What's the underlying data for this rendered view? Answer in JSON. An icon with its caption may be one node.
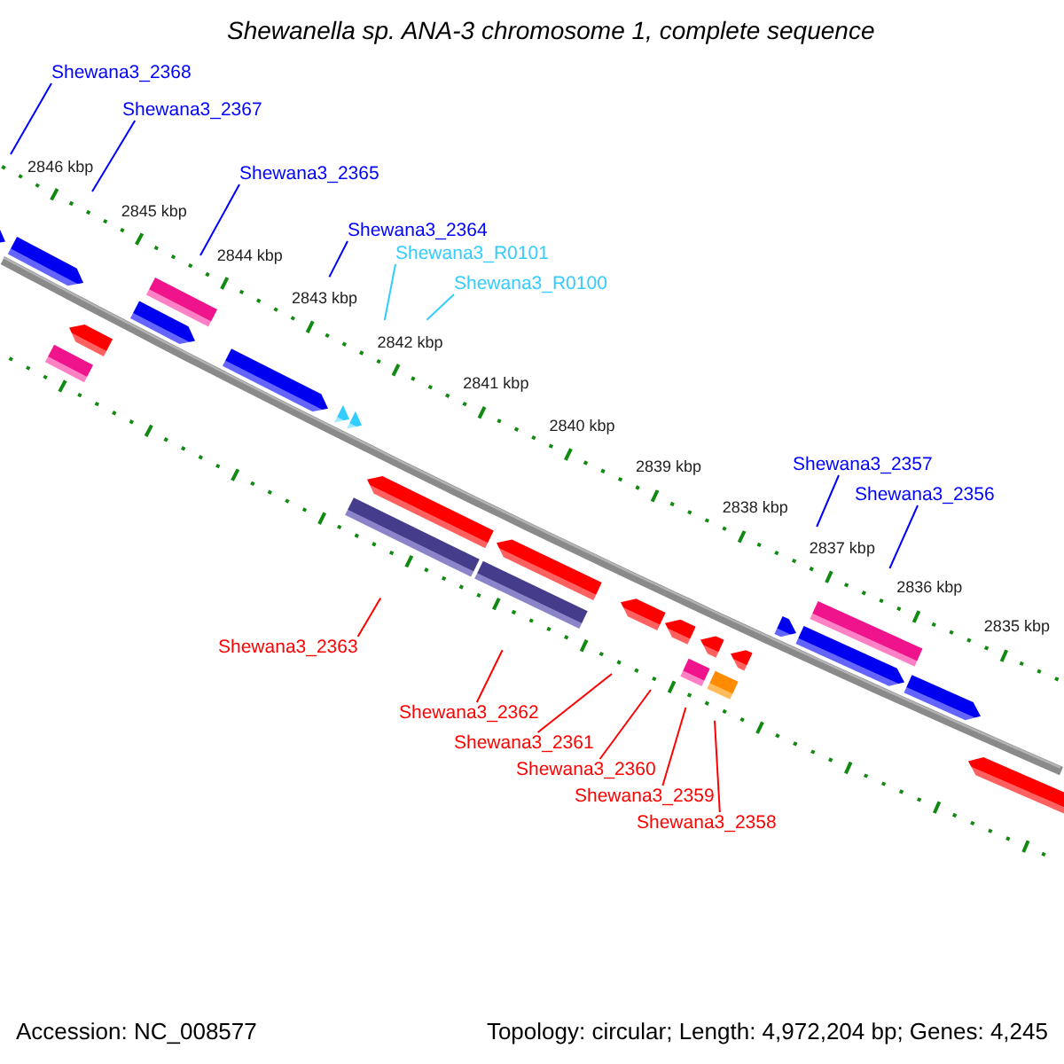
{
  "diagram": {
    "title": "Shewanella sp. ANA-3 chromosome 1, complete sequence",
    "nodes": [
      {
        "text": [
          "Shewana3_2368"
        ]
      },
      {
        "text": [
          "Shewana3_2367"
        ]
      },
      {
        "text": [
          "Shewana3_2365"
        ]
      },
      {
        "text": [
          "Shewana3_2364"
        ]
      },
      {
        "text": [
          "Shewana3_R0101"
        ]
      },
      {
        "text": [
          "Shewana3_R0100"
        ]
      },
      {
        "text": [
          "Shewana3_2357"
        ]
      },
      {
        "text": [
          "Shewana3_2356"
        ]
      },
      {
        "text": [
          "Shewana3_2363"
        ]
      },
      {
        "text": [
          "Shewana3_2362"
        ]
      },
      {
        "text": [
          "Shewana3_2361"
        ]
      },
      {
        "text": [
          "Shewana3_2360"
        ]
      },
      {
        "text": [
          "Shewana3_2359"
        ]
      },
      {
        "text": [
          "Shewana3_2358"
        ]
      },
      {
        "text": [],
        "shape": "pentagon"
      },
      {
        "text": [],
        "shape": "pentagon"
      },
      {
        "text": [],
        "shape": "bar"
      },
      {
        "text": [],
        "shape": "pentagon"
      },
      {
        "text": [],
        "shape": "pentagon"
      },
      {
        "text": [],
        "shape": "bar"
      },
      {
        "text": [],
        "shape": "pentagon"
      },
      {
        "text": [],
        "shape": "triangle"
      },
      {
        "text": [],
        "shape": "bar"
      },
      {
        "text": [],
        "shape": "triangle"
      },
      {
        "text": [],
        "shape": "pentagon"
      },
      {
        "text": [],
        "shape": "bar"
      },
      {
        "text": [],
        "shape": "pentagon"
      },
      {
        "text": [],
        "shape": "pentagon"
      },
      {
        "text": [],
        "shape": "pentagon"
      },
      {
        "text": [],
        "shape": "bar"
      },
      {
        "text": [],
        "shape": "pentagon"
      },
      {
        "text": [],
        "shape": "bar"
      },
      {
        "text": [],
        "shape": "pentagon"
      },
      {
        "text": [],
        "shape": "pentagon"
      },
      {
        "text": [],
        "shape": "pentagon"
      },
      {
        "text": [],
        "shape": "bar"
      },
      {
        "text": [],
        "shape": "pentagon"
      },
      {
        "text": [],
        "shape": "pentagon"
      }
    ],
    "edges": [
      {
        "from": 0,
        "to": null,
        "arrow": "none",
        "color": "#0000ff"
      },
      {
        "from": 1,
        "to": null,
        "arrow": "none",
        "color": "#0000ff"
      },
      {
        "from": 2,
        "to": null,
        "arrow": "none",
        "color": "#0000ff"
      },
      {
        "from": 3,
        "to": null,
        "arrow": "none",
        "color": "#0000ff"
      },
      {
        "from": 4,
        "to": null,
        "arrow": "none",
        "color": "#33ccff"
      },
      {
        "from": 5,
        "to": null,
        "arrow": "none",
        "color": "#33ccff"
      },
      {
        "from": 6,
        "to": null,
        "arrow": "none",
        "color": "#0000ff"
      },
      {
        "from": 7,
        "to": null,
        "arrow": "none",
        "color": "#0000ff"
      },
      {
        "from": 8,
        "to": null,
        "arrow": "none",
        "color": "#ff0000"
      },
      {
        "from": 9,
        "to": null,
        "arrow": "none",
        "color": "#ff0000"
      },
      {
        "from": 10,
        "to": null,
        "arrow": "none",
        "color": "#ff0000"
      },
      {
        "from": 11,
        "to": null,
        "arrow": "none",
        "color": "#ff0000"
      },
      {
        "from": 12,
        "to": null,
        "arrow": "none",
        "color": "#ff0000"
      },
      {
        "from": 13,
        "to": null,
        "arrow": "none",
        "color": "#ff0000"
      }
    ],
    "labels": [
      "2846 kbp",
      "2845 kbp",
      "2844 kbp",
      "2843 kbp",
      "2842 kbp",
      "2841 kbp",
      "2840 kbp",
      "2839 kbp",
      "2838 kbp",
      "2837 kbp",
      "2836 kbp",
      "2835 kbp",
      "Accession: NC_008577",
      "Topology: circular; Length: 4,972,204 bp; Genes: 4,245"
    ]
  }
}
